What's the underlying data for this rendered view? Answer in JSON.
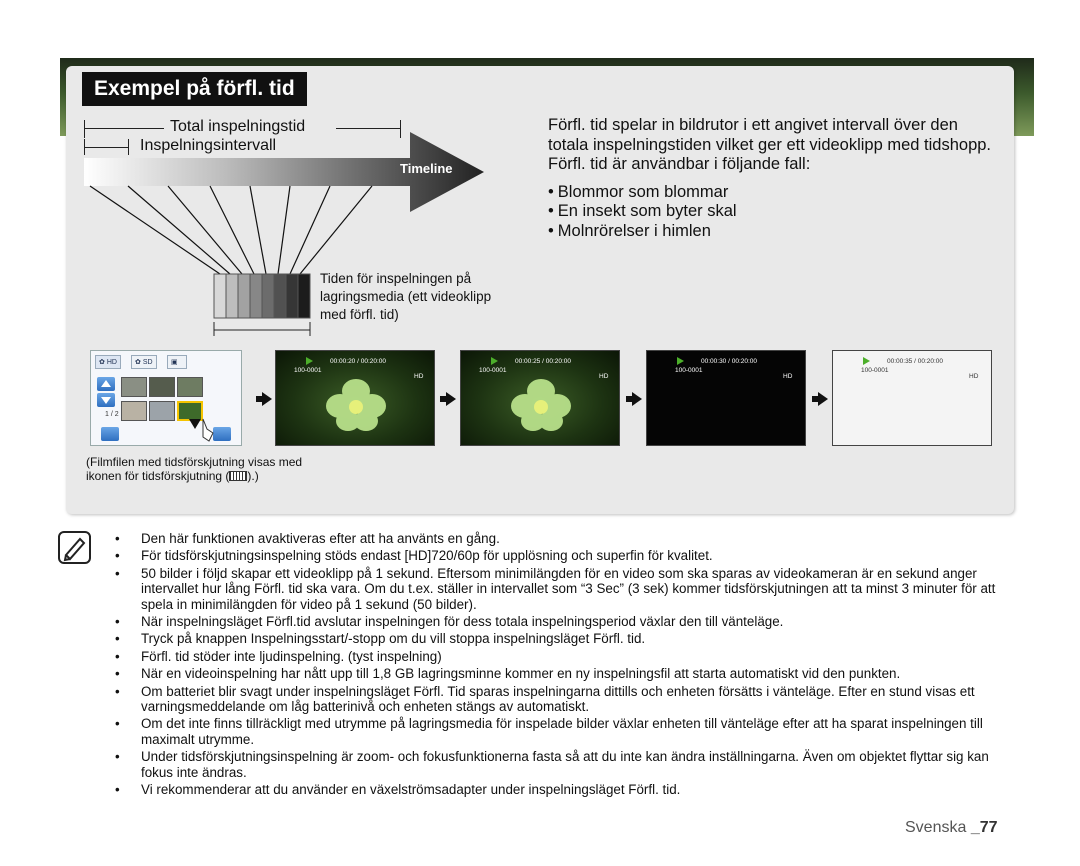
{
  "panel": {
    "title": "Exempel på förfl. tid"
  },
  "diagram": {
    "total_label": "Total inspelningstid",
    "interval_label": "Inspelningsintervall",
    "timeline_label": "Timeline",
    "caption": "Tiden för inspelningen på lagringsmedia (ett videoklipp med förfl. tid)"
  },
  "description": {
    "line1": "Förfl. tid spelar in bildrutor i ett angivet intervall över den totala inspelningstiden vilket ger ett videoklipp med tidshopp.",
    "line2": "Förfl. tid är användbar i följande fall:",
    "bullets": [
      "Blommor som blommar",
      "En insekt som byter skal",
      "Molnrörelser i himlen"
    ]
  },
  "screens": {
    "tab_hd": "HD",
    "tab_sd": "SD",
    "page": "1 / 2",
    "thumb1_time": "00:00:20 / 00:20:00",
    "thumb2_time": "00:00:25 / 00:20:00",
    "thumb3_time": "00:00:30 / 00:20:00",
    "thumb4_time": "00:00:35 / 00:20:00",
    "file_no": "100-0001",
    "mode": "HD"
  },
  "film_note": {
    "text_before": "(Filmfilen med tidsförskjutning visas med ikonen för tidsförskjutning (",
    "text_after": ").)"
  },
  "notes": [
    "Den här funktionen avaktiveras efter att ha använts en gång.",
    "För tidsförskjutningsinspelning stöds endast [HD]720/60p för upplösning och superfin för kvalitet.",
    "50 bilder i följd skapar ett videoklipp på 1 sekund. Eftersom minimilängden för en video som ska sparas av videokameran är en sekund anger intervallet hur lång Förfl. tid ska vara. Om du t.ex. ställer in intervallet som “3 Sec” (3 sek) kommer tidsförskjutningen att ta minst 3 minuter för att spela in minimilängden för video på 1 sekund (50 bilder).",
    "När inspelningsläget Förfl.tid avslutar inspelningen för dess totala inspelningsperiod växlar den till vänteläge.",
    "Tryck på knappen Inspelningsstart/-stopp om du vill stoppa inspelningsläget Förfl. tid.",
    "Förfl. tid stöder inte ljudinspelning. (tyst inspelning)",
    "När en videoinspelning har nått upp till 1,8 GB lagringsminne kommer en ny inspelningsfil att starta automatiskt vid den punkten.",
    "Om batteriet blir svagt under inspelningsläget Förfl. Tid sparas inspelningarna dittills och enheten försätts i vänteläge. Efter en stund visas ett varningsmeddelande om låg batterinivå och enheten stängs av automatiskt.",
    "Om det inte finns tillräckligt med utrymme på lagringsmedia för inspelade bilder växlar enheten till vänteläge efter att ha sparat inspelningen till maximalt utrymme.",
    "Under tidsförskjutningsinspelning är zoom- och fokusfunktionerna fasta så att du inte kan ändra inställningarna. Även om objektet flyttar sig kan fokus inte ändras.",
    "Vi rekommenderar att du använder en växelströmsadapter under inspelningsläget Förfl. tid."
  ],
  "footer": {
    "language": "Svenska",
    "page": "_77"
  },
  "colors": {
    "title_bg": "#111111",
    "panel_bg": "#e9e9e9",
    "play_green": "#4caf2a"
  }
}
